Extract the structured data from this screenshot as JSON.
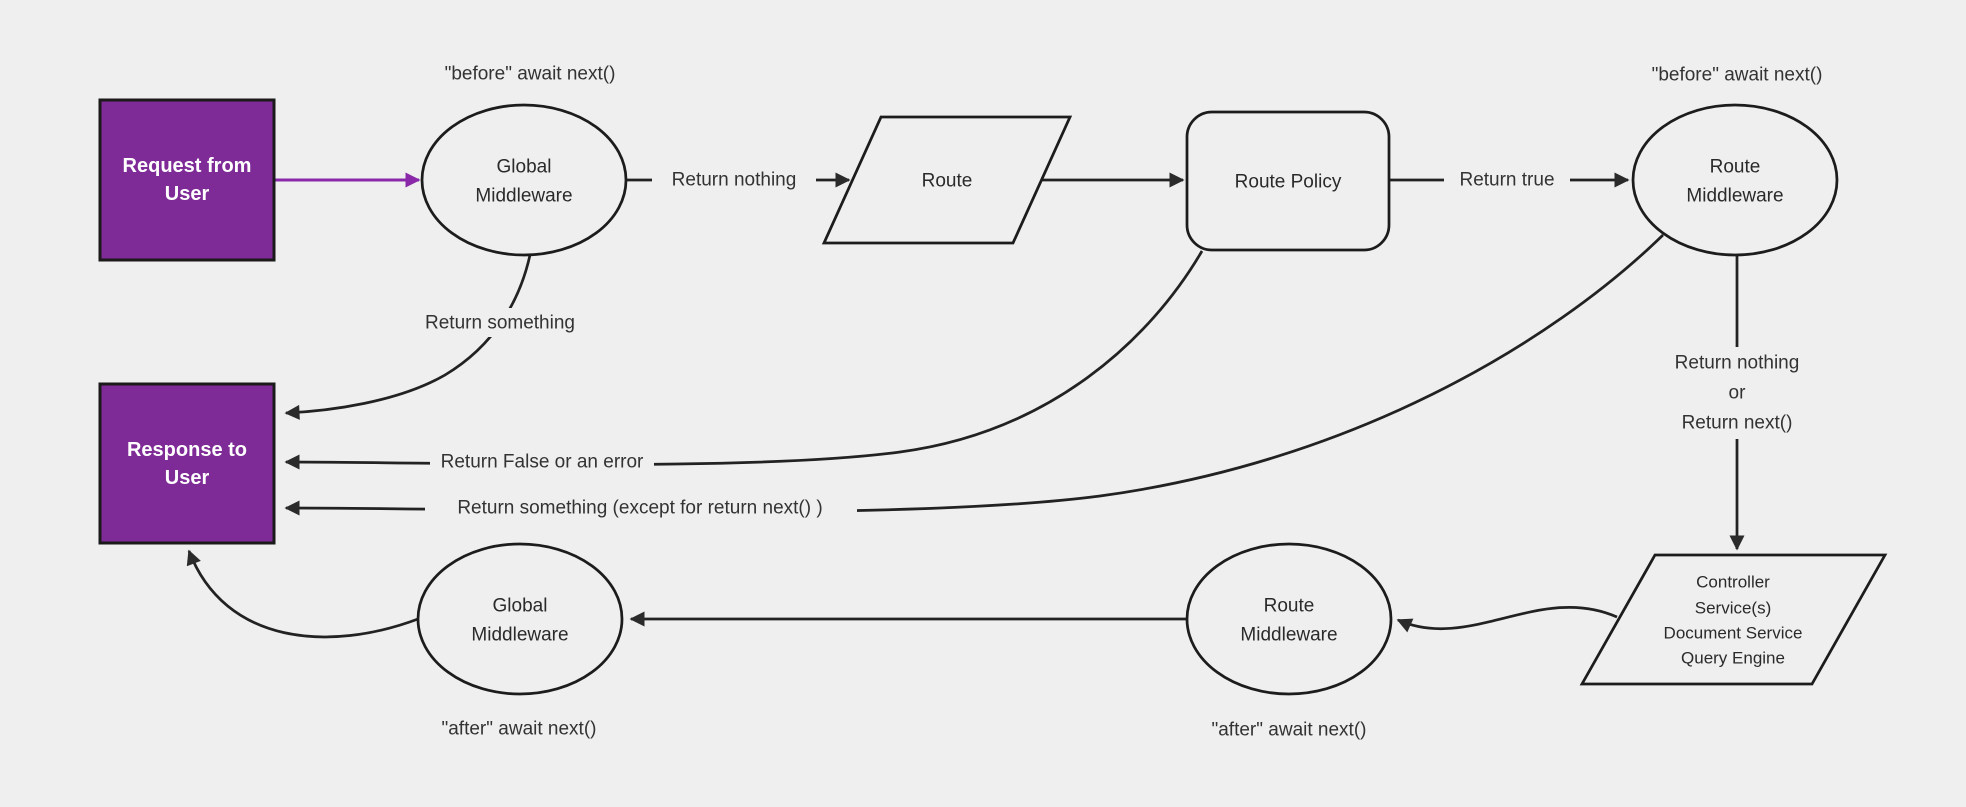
{
  "colors": {
    "background": "#efefef",
    "edge_stroke": "#222222",
    "purple_fill": "#7f2b97",
    "purple_arrow": "#8a28aa"
  },
  "nodes": {
    "request": {
      "line1": "Request from",
      "line2": "User"
    },
    "global_middleware_top": {
      "line1": "Global",
      "line2": "Middleware"
    },
    "route": {
      "label": "Route"
    },
    "route_policy": {
      "label": "Route Policy"
    },
    "route_middleware_top": {
      "line1": "Route",
      "line2": "Middleware"
    },
    "response": {
      "line1": "Response to",
      "line2": "User"
    },
    "global_middleware_bottom": {
      "line1": "Global",
      "line2": "Middleware"
    },
    "route_middleware_bottom": {
      "line1": "Route",
      "line2": "Middleware"
    },
    "controller": {
      "line1": "Controller",
      "line2": "Service(s)",
      "line3": "Document Service",
      "line4": "Query Engine"
    }
  },
  "labels": {
    "before_await_left": "\"before\" await next()",
    "before_await_right": "\"before\" await next()",
    "return_nothing": "Return nothing",
    "return_true": "Return true",
    "return_something": "Return something",
    "return_false": "Return False or an error",
    "return_something_except": "Return something (except for return next() )",
    "return_nothing_or_line1": "Return nothing",
    "return_nothing_or_line2": "or",
    "return_nothing_or_line3": "Return next()",
    "after_await_left": "\"after\" await next()",
    "after_await_right": "\"after\" await next()"
  }
}
